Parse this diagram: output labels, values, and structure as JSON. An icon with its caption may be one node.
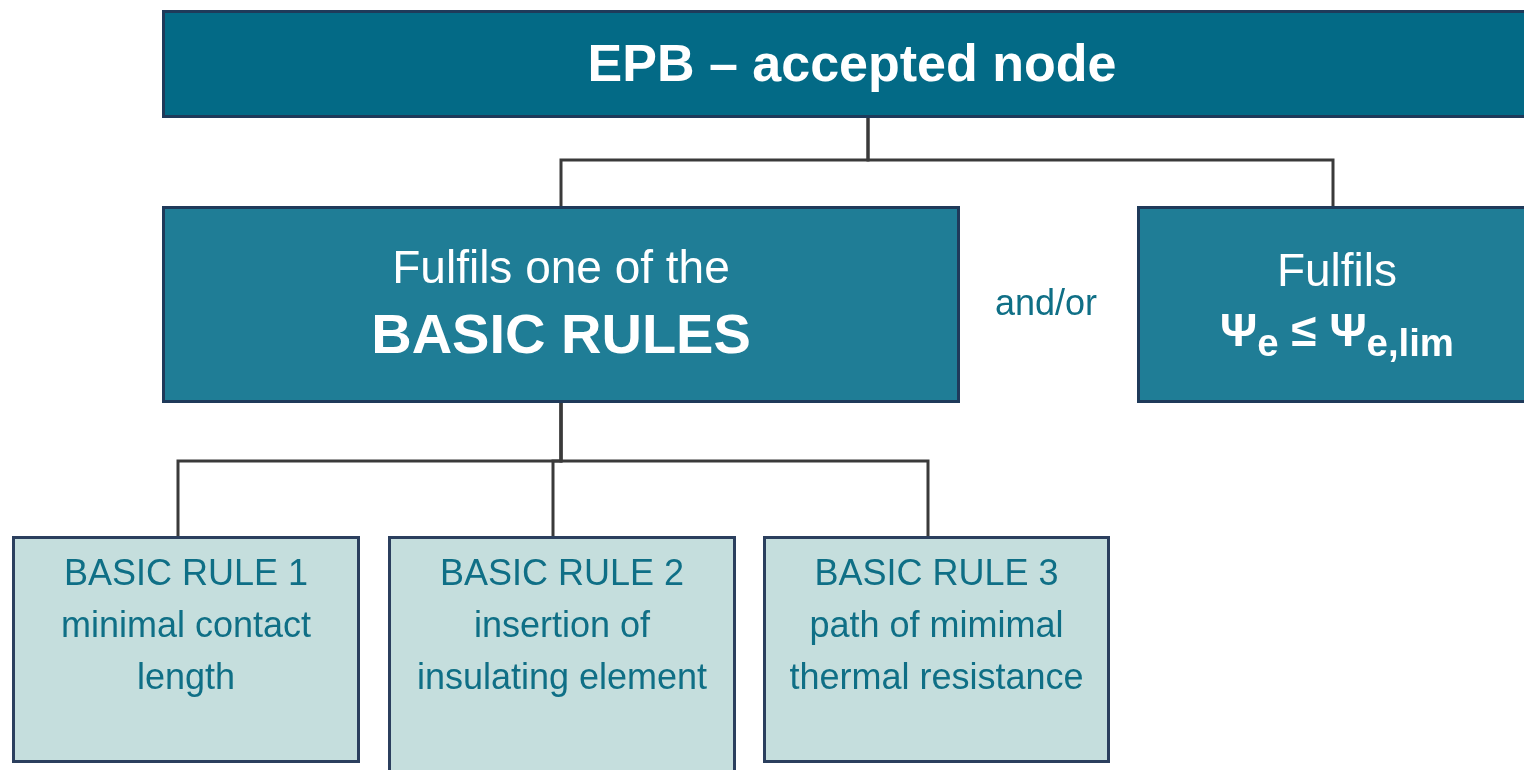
{
  "diagram": {
    "nodes": [
      {
        "text": [
          "EPB – accepted node"
        ]
      },
      {
        "text": [
          "Fulfils one of the",
          "BASIC RULES"
        ]
      },
      {
        "text": [
          "Fulfils",
          "Ψ$_{e}$ ≤ Ψ$_{e,lim}$"
        ]
      },
      {
        "text": [
          "BASIC RULE 1",
          "minimal contact length"
        ]
      },
      {
        "text": [
          "BASIC RULE 2",
          "insertion of insulating element"
        ]
      },
      {
        "text": [
          "BASIC RULE 3",
          "path of mimimal thermal resistance"
        ]
      }
    ],
    "edges": [
      {
        "from": 0,
        "to": 1,
        "arrow": "none"
      },
      {
        "from": 0,
        "to": 2,
        "arrow": "none"
      },
      {
        "from": 1,
        "to": 3,
        "arrow": "none"
      },
      {
        "from": 1,
        "to": 4,
        "arrow": "none"
      },
      {
        "from": 1,
        "to": 5,
        "arrow": "none"
      }
    ],
    "labels": [
      "and/or"
    ]
  }
}
